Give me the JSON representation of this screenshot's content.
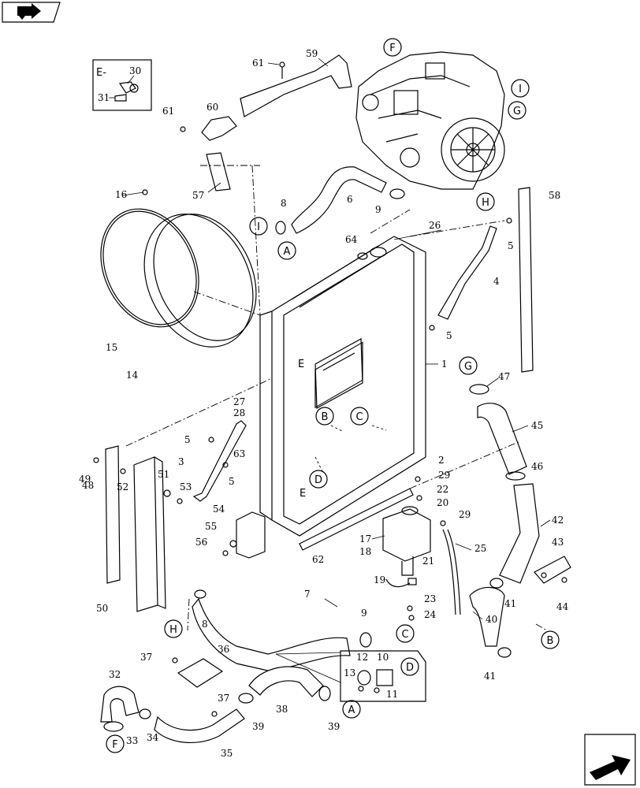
{
  "nav": {
    "prev_icon": "book-arrow-icon",
    "next_icon": "next-page-arrow-icon"
  },
  "inset_e": {
    "title": "E-",
    "parts": [
      "30",
      "31"
    ]
  },
  "callouts": [
    {
      "id": "A1",
      "text": "A"
    },
    {
      "id": "A2",
      "text": "A"
    },
    {
      "id": "B1",
      "text": "B"
    },
    {
      "id": "B2",
      "text": "B"
    },
    {
      "id": "C1",
      "text": "C"
    },
    {
      "id": "C2",
      "text": "C"
    },
    {
      "id": "D1",
      "text": "D"
    },
    {
      "id": "D2",
      "text": "D"
    },
    {
      "id": "F1",
      "text": "F"
    },
    {
      "id": "F2",
      "text": "F"
    },
    {
      "id": "G1",
      "text": "G"
    },
    {
      "id": "G2",
      "text": "G"
    },
    {
      "id": "H1",
      "text": "H"
    },
    {
      "id": "H2",
      "text": "H"
    },
    {
      "id": "I1",
      "text": "I"
    },
    {
      "id": "I2",
      "text": "I"
    }
  ],
  "e_marks": [
    "E",
    "E"
  ],
  "labels": {
    "p1": "1",
    "p2": "2",
    "p3": "3",
    "p4": "4",
    "p5a": "5",
    "p5b": "5",
    "p5c": "5",
    "p5d": "5",
    "p6": "6",
    "p7": "7",
    "p8a": "8",
    "p8b": "8",
    "p9a": "9",
    "p9b": "9",
    "p10": "10",
    "p11": "11",
    "p12": "12",
    "p13": "13",
    "p14": "14",
    "p15": "15",
    "p16": "16",
    "p17": "17",
    "p18": "18",
    "p19": "19",
    "p20": "20",
    "p21": "21",
    "p22": "22",
    "p23": "23",
    "p24": "24",
    "p25": "25",
    "p26": "26",
    "p27": "27",
    "p28": "28",
    "p29a": "29",
    "p29b": "29",
    "p32": "32",
    "p33": "33",
    "p34": "34",
    "p35": "35",
    "p36": "36",
    "p37a": "37",
    "p37b": "37",
    "p38": "38",
    "p39a": "39",
    "p39b": "39",
    "p40": "40",
    "p41a": "41",
    "p41b": "41",
    "p42": "42",
    "p43": "43",
    "p44": "44",
    "p45": "45",
    "p46": "46",
    "p47": "47",
    "p48": "48",
    "p49": "49",
    "p50": "50",
    "p51": "51",
    "p52": "52",
    "p53": "53",
    "p54": "54",
    "p55": "55",
    "p56": "56",
    "p57": "57",
    "p58": "58",
    "p59": "59",
    "p60": "60",
    "p61a": "61",
    "p61b": "61",
    "p62": "62",
    "p63": "63",
    "p64": "64"
  }
}
